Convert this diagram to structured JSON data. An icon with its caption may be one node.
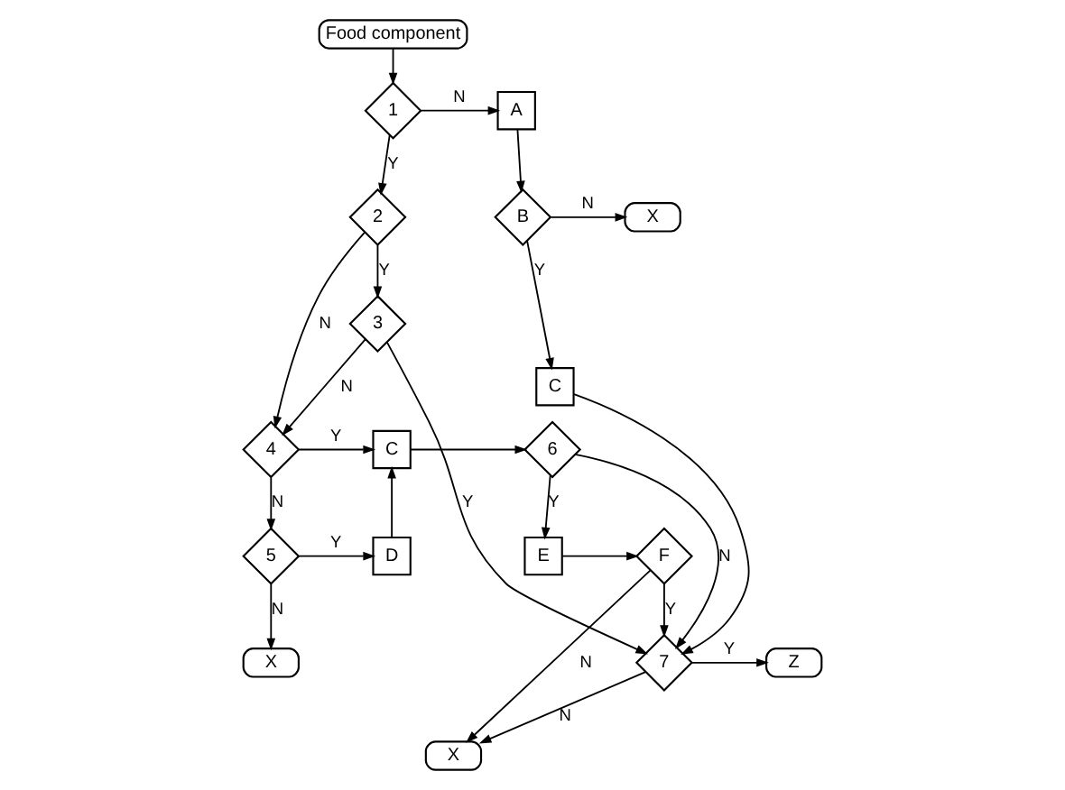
{
  "diagram": {
    "nodes": [
      {
        "text": [
          "Food component"
        ]
      },
      {
        "text": [
          "1"
        ]
      },
      {
        "text": [
          "A"
        ]
      },
      {
        "text": [
          "2"
        ]
      },
      {
        "text": [
          "B"
        ]
      },
      {
        "text": [
          "X"
        ]
      },
      {
        "text": [
          "3"
        ]
      },
      {
        "text": [
          "C"
        ]
      },
      {
        "text": [
          "4"
        ]
      },
      {
        "text": [
          "C"
        ]
      },
      {
        "text": [
          "6"
        ]
      },
      {
        "text": [
          "5"
        ]
      },
      {
        "text": [
          "D"
        ]
      },
      {
        "text": [
          "E"
        ]
      },
      {
        "text": [
          "F"
        ]
      },
      {
        "text": [
          "7"
        ]
      },
      {
        "text": [
          "Z"
        ]
      },
      {
        "text": [
          "X"
        ]
      },
      {
        "text": [
          "X"
        ]
      }
    ],
    "edges": [
      {
        "from": 0,
        "to": 1,
        "arrow": "to"
      },
      {
        "from": 1,
        "to": 3,
        "arrow": "to",
        "label": "Y"
      },
      {
        "from": 1,
        "to": 2,
        "arrow": "to",
        "label": "N"
      },
      {
        "from": 2,
        "to": 4,
        "arrow": "to"
      },
      {
        "from": 4,
        "to": 5,
        "arrow": "to",
        "label": "N"
      },
      {
        "from": 4,
        "to": 7,
        "arrow": "to",
        "label": "Y"
      },
      {
        "from": 3,
        "to": 6,
        "arrow": "to",
        "label": "Y"
      },
      {
        "from": 3,
        "to": 8,
        "arrow": "to",
        "label": "N"
      },
      {
        "from": 6,
        "to": 8,
        "arrow": "to",
        "label": "N"
      },
      {
        "from": 6,
        "to": 15,
        "arrow": "to",
        "label": "Y"
      },
      {
        "from": 8,
        "to": 9,
        "arrow": "to",
        "label": "Y"
      },
      {
        "from": 8,
        "to": 11,
        "arrow": "to",
        "label": "N"
      },
      {
        "from": 11,
        "to": 12,
        "arrow": "to",
        "label": "Y"
      },
      {
        "from": 11,
        "to": 17,
        "arrow": "to",
        "label": "N"
      },
      {
        "from": 12,
        "to": 9,
        "arrow": "to"
      },
      {
        "from": 9,
        "to": 10,
        "arrow": "to"
      },
      {
        "from": 10,
        "to": 15,
        "arrow": "to",
        "label": "N"
      },
      {
        "from": 10,
        "to": 13,
        "arrow": "to",
        "label": "Y"
      },
      {
        "from": 13,
        "to": 14,
        "arrow": "to"
      },
      {
        "from": 14,
        "to": 15,
        "arrow": "to",
        "label": "Y"
      },
      {
        "from": 14,
        "to": 18,
        "arrow": "to",
        "label": "N"
      },
      {
        "from": 7,
        "to": 15,
        "arrow": "to"
      },
      {
        "from": 15,
        "to": 16,
        "arrow": "to",
        "label": "Y"
      },
      {
        "from": 15,
        "to": 18,
        "arrow": "to",
        "label": "N"
      }
    ]
  }
}
